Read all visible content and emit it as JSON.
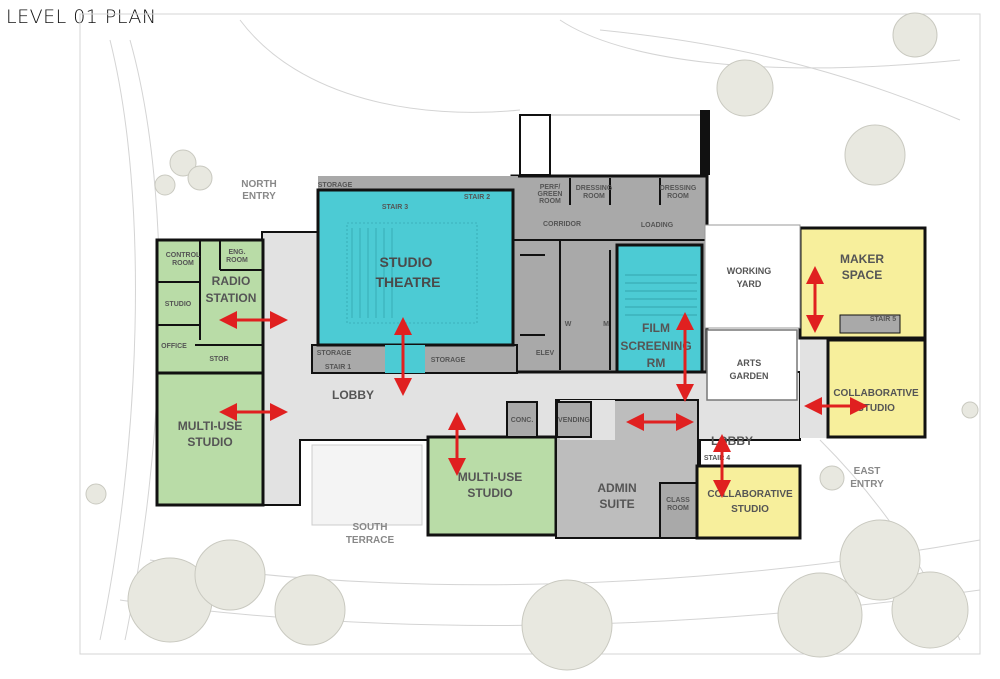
{
  "title": "LEVEL 01 PLAN",
  "colors": {
    "green": "#b9dca7",
    "cyan": "#4ccbd4",
    "yellow": "#f7ef9c",
    "service": "#a9a9a9",
    "circulation": "#e2e2e2",
    "wall": "#111111",
    "arrow": "#e02020"
  },
  "rooms": {
    "studio_theatre": [
      "STUDIO",
      "THEATRE"
    ],
    "film_screening": [
      "FILM",
      "SCREENING",
      "RM"
    ],
    "radio_station": [
      "RADIO",
      "STATION"
    ],
    "multi_use_left": [
      "MULTI-USE",
      "STUDIO"
    ],
    "multi_use_center": [
      "MULTI-USE",
      "STUDIO"
    ],
    "admin_suite": [
      "ADMIN",
      "SUITE"
    ],
    "maker_space": [
      "MAKER",
      "SPACE"
    ],
    "collab_right": [
      "COLLABORATIVE",
      "STUDIO"
    ],
    "collab_bottom": [
      "COLLABORATIVE",
      "STUDIO"
    ],
    "lobby_main": "LOBBY",
    "lobby_east": "LOBBY",
    "working_yard": [
      "WORKING",
      "YARD"
    ],
    "arts_garden": [
      "ARTS",
      "GARDEN"
    ],
    "control_room": [
      "CONTROL",
      "ROOM"
    ],
    "eng_room": [
      "ENG.",
      "ROOM"
    ],
    "studio_small": "STUDIO",
    "office": "OFFICE",
    "stor": "STOR",
    "storage_top": "STORAGE",
    "storage_bl": "STORAGE",
    "storage_br": "STORAGE",
    "stair1": "STAIR 1",
    "stair2": "STAIR 2",
    "stair3": "STAIR 3",
    "stair4": "STAIR 4",
    "stair5": "STAIR 5",
    "perf_green": [
      "PERF/",
      "GREEN",
      "ROOM"
    ],
    "dressing1": [
      "DRESSING",
      "ROOM"
    ],
    "dressing2": [
      "DRESSING",
      "ROOM"
    ],
    "corridor": "CORRIDOR",
    "loading": "LOADING",
    "w": "W",
    "m": "M",
    "elev": "ELEV",
    "conc": "CONC.",
    "vending": "VENDING",
    "class_room": [
      "CLASS",
      "ROOM"
    ]
  },
  "site": {
    "north_entry": [
      "NORTH",
      "ENTRY"
    ],
    "east_entry": [
      "EAST",
      "ENTRY"
    ],
    "south_terrace": [
      "SOUTH",
      "TERRACE"
    ]
  }
}
